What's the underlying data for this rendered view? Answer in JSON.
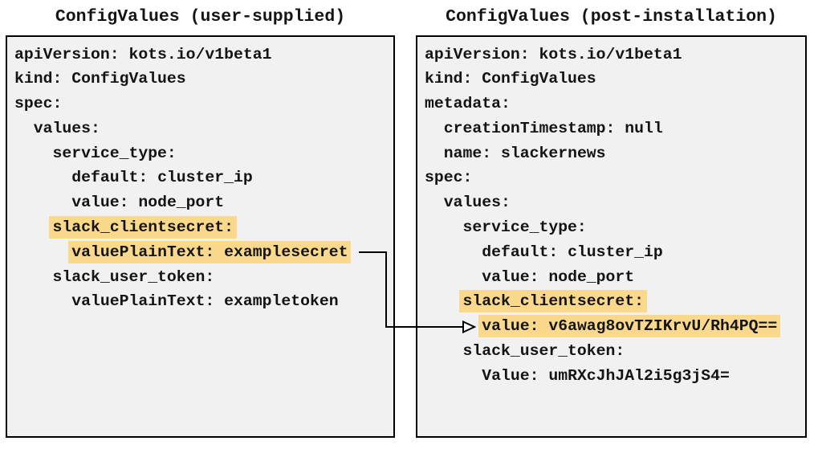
{
  "diagram": {
    "panels": [
      {
        "title": "ConfigValues (user-supplied)",
        "lines": [
          {
            "indent": "",
            "text": "apiVersion: kots.io/v1beta1",
            "highlight": false
          },
          {
            "indent": "",
            "text": "kind: ConfigValues",
            "highlight": false
          },
          {
            "indent": "",
            "text": "spec:",
            "highlight": false
          },
          {
            "indent": "  ",
            "text": "values:",
            "highlight": false
          },
          {
            "indent": "    ",
            "text": "service_type:",
            "highlight": false
          },
          {
            "indent": "      ",
            "text": "default: cluster_ip",
            "highlight": false
          },
          {
            "indent": "      ",
            "text": "value: node_port",
            "highlight": false
          },
          {
            "indent": "    ",
            "text": "slack_clientsecret:",
            "highlight": true
          },
          {
            "indent": "      ",
            "text": "valuePlainText: examplesecret",
            "highlight": true
          },
          {
            "indent": "    ",
            "text": "slack_user_token:",
            "highlight": false
          },
          {
            "indent": "      ",
            "text": "valuePlainText: exampletoken",
            "highlight": false
          }
        ]
      },
      {
        "title": "ConfigValues (post-installation)",
        "lines": [
          {
            "indent": "",
            "text": "apiVersion: kots.io/v1beta1",
            "highlight": false
          },
          {
            "indent": "",
            "text": "kind: ConfigValues",
            "highlight": false
          },
          {
            "indent": "",
            "text": "metadata:",
            "highlight": false
          },
          {
            "indent": "  ",
            "text": "creationTimestamp: null",
            "highlight": false
          },
          {
            "indent": "  ",
            "text": "name: slackernews",
            "highlight": false
          },
          {
            "indent": "",
            "text": "spec:",
            "highlight": false
          },
          {
            "indent": "  ",
            "text": "values:",
            "highlight": false
          },
          {
            "indent": "    ",
            "text": "service_type:",
            "highlight": false
          },
          {
            "indent": "      ",
            "text": "default: cluster_ip",
            "highlight": false
          },
          {
            "indent": "      ",
            "text": "value: node_port",
            "highlight": false
          },
          {
            "indent": "    ",
            "text": "slack_clientsecret:",
            "highlight": true
          },
          {
            "indent": "      ",
            "text": "value: v6awag8ovTZIKrvU/Rh4PQ==",
            "highlight": true
          },
          {
            "indent": "    ",
            "text": "slack_user_token:",
            "highlight": false
          },
          {
            "indent": "      ",
            "text": "Value: umRXcJhJAl2i5g3jS4=",
            "highlight": false
          }
        ]
      }
    ],
    "arrow": {
      "from_text": "valuePlainText: examplesecret",
      "to_text": "value: v6awag8ovTZIKrvU/Rh4PQ=="
    },
    "colors": {
      "highlight": "#FBD98C",
      "panel_bg": "#F1F1F1",
      "border": "#000000",
      "text": "#141414"
    }
  }
}
